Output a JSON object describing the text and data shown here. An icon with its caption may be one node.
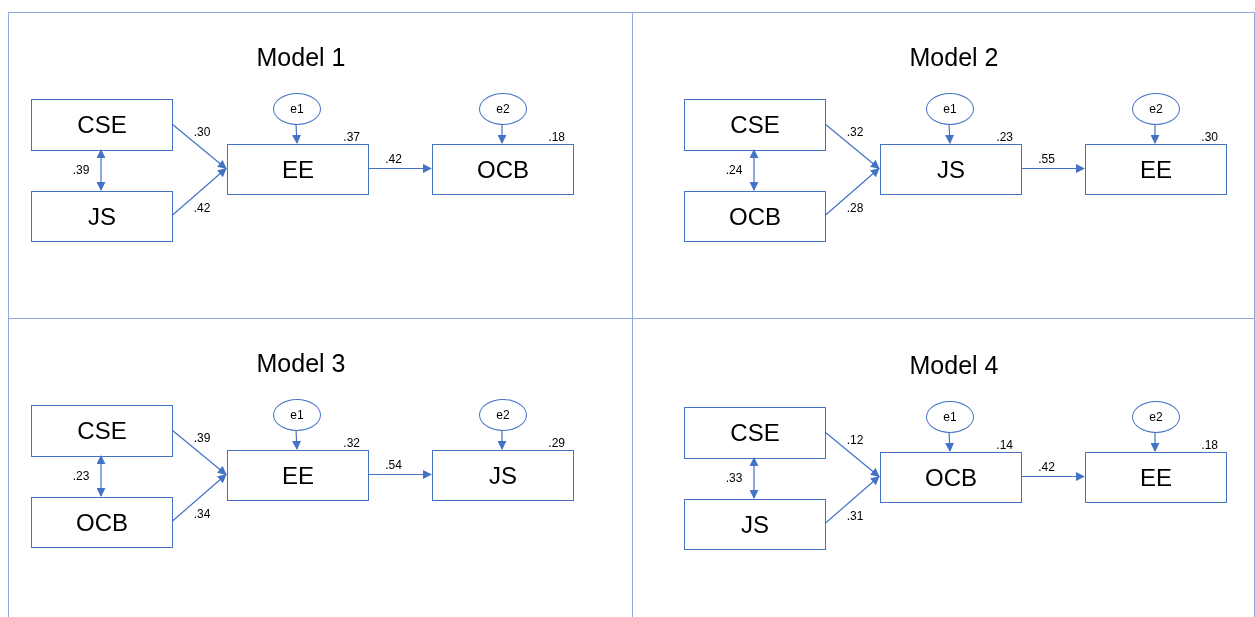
{
  "diagram": {
    "nodes": [
      {
        "text": [
          "Model 1"
        ]
      },
      {
        "text": [
          "e1"
        ],
        "in": 0
      },
      {
        "text": [
          "e2"
        ],
        "in": 0
      },
      {
        "text": [
          "CSE"
        ],
        "in": 0
      },
      {
        "text": [
          "EE"
        ],
        "in": 0,
        "beside": [
          ".37"
        ]
      },
      {
        "text": [
          "OCB"
        ],
        "in": 0,
        "beside": [
          ".18"
        ]
      },
      {
        "text": [
          "JS"
        ],
        "in": 0
      },
      {
        "text": [
          "Model 2"
        ]
      },
      {
        "text": [
          "e1"
        ],
        "in": 7
      },
      {
        "text": [
          "e2"
        ],
        "in": 7
      },
      {
        "text": [
          "CSE"
        ],
        "in": 7
      },
      {
        "text": [
          "JS"
        ],
        "in": 7,
        "beside": [
          ".23"
        ]
      },
      {
        "text": [
          "EE"
        ],
        "in": 7,
        "beside": [
          ".30"
        ]
      },
      {
        "text": [
          "OCB"
        ],
        "in": 7
      },
      {
        "text": [
          "Model 3"
        ]
      },
      {
        "text": [
          "e1"
        ],
        "in": 14
      },
      {
        "text": [
          "e2"
        ],
        "in": 14
      },
      {
        "text": [
          "CSE"
        ],
        "in": 14
      },
      {
        "text": [
          "EE"
        ],
        "in": 14,
        "beside": [
          ".32"
        ]
      },
      {
        "text": [
          "JS"
        ],
        "in": 14,
        "beside": [
          ".29"
        ]
      },
      {
        "text": [
          "OCB"
        ],
        "in": 14
      },
      {
        "text": [
          "Model 4"
        ]
      },
      {
        "text": [
          "e1"
        ],
        "in": 21
      },
      {
        "text": [
          "e2"
        ],
        "in": 21
      },
      {
        "text": [
          "CSE"
        ],
        "in": 21
      },
      {
        "text": [
          "OCB"
        ],
        "in": 21,
        "beside": [
          ".14"
        ]
      },
      {
        "text": [
          "EE"
        ],
        "in": 21,
        "beside": [
          ".18"
        ]
      },
      {
        "text": [
          "JS"
        ],
        "in": 21
      }
    ],
    "edges": [
      {
        "from": 3,
        "to": 4,
        "arrow": "to",
        "label": ".30"
      },
      {
        "from": 6,
        "to": 4,
        "arrow": "to",
        "label": ".42"
      },
      {
        "from": 3,
        "to": 6,
        "arrow": "both",
        "label": ".39"
      },
      {
        "from": 4,
        "to": 5,
        "arrow": "to",
        "label": ".42"
      },
      {
        "from": 1,
        "to": 4,
        "arrow": "to"
      },
      {
        "from": 2,
        "to": 5,
        "arrow": "to"
      },
      {
        "from": 10,
        "to": 11,
        "arrow": "to",
        "label": ".32"
      },
      {
        "from": 13,
        "to": 11,
        "arrow": "to",
        "label": ".28"
      },
      {
        "from": 10,
        "to": 13,
        "arrow": "both",
        "label": ".24"
      },
      {
        "from": 11,
        "to": 12,
        "arrow": "to",
        "label": ".55"
      },
      {
        "from": 8,
        "to": 11,
        "arrow": "to"
      },
      {
        "from": 9,
        "to": 12,
        "arrow": "to"
      },
      {
        "from": 17,
        "to": 18,
        "arrow": "to",
        "label": ".39"
      },
      {
        "from": 20,
        "to": 18,
        "arrow": "to",
        "label": ".34"
      },
      {
        "from": 17,
        "to": 20,
        "arrow": "both",
        "label": ".23"
      },
      {
        "from": 18,
        "to": 19,
        "arrow": "to",
        "label": ".54"
      },
      {
        "from": 15,
        "to": 18,
        "arrow": "to"
      },
      {
        "from": 16,
        "to": 19,
        "arrow": "to"
      },
      {
        "from": 24,
        "to": 25,
        "arrow": "to",
        "label": ".12"
      },
      {
        "from": 27,
        "to": 25,
        "arrow": "to",
        "label": ".31"
      },
      {
        "from": 24,
        "to": 27,
        "arrow": "both",
        "label": ".33"
      },
      {
        "from": 25,
        "to": 26,
        "arrow": "to",
        "label": ".42"
      },
      {
        "from": 22,
        "to": 25,
        "arrow": "to"
      },
      {
        "from": 23,
        "to": 26,
        "arrow": "to"
      }
    ]
  }
}
